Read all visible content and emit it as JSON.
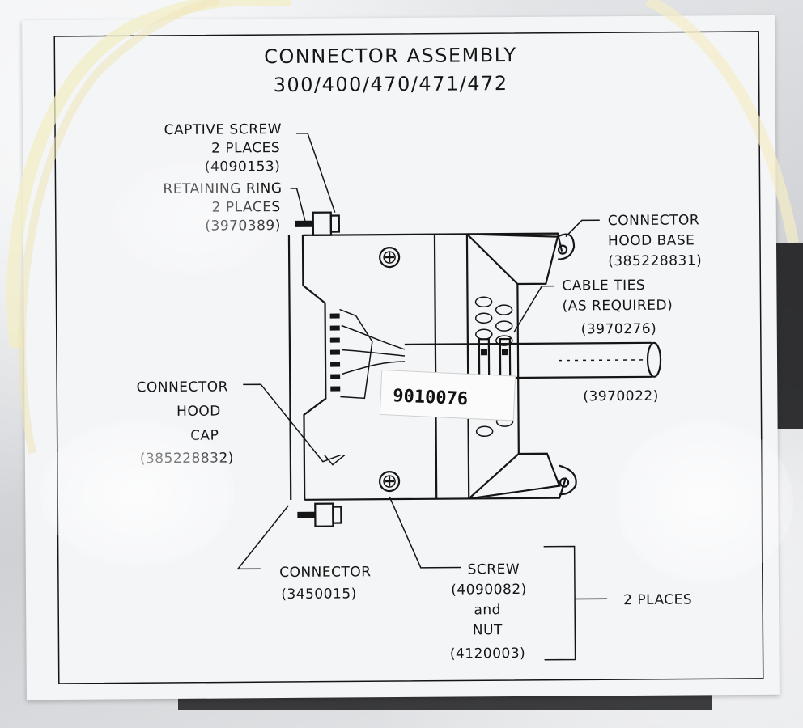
{
  "sheet": {
    "title": "CONNECTOR ASSEMBLY",
    "subtitle": "300/400/470/471/472"
  },
  "callouts": {
    "captive_screw": [
      "CAPTIVE SCREW",
      "2 PLACES",
      "(4090153)"
    ],
    "retaining_ring": [
      "RETAINING RING",
      "2 PLACES",
      "(3970389)"
    ],
    "connector_hood_base": [
      "CONNECTOR",
      "HOOD BASE",
      "(385228831)"
    ],
    "cable_ties": [
      "CABLE TIES",
      "(AS REQUIRED)",
      "(3970276)"
    ],
    "cable": "(3970022)",
    "connector_hood_cap": [
      "CONNECTOR",
      "HOOD",
      "CAP",
      "(385228832)"
    ],
    "connector": [
      "CONNECTOR",
      "(3450015)"
    ],
    "screw_and_nut": [
      "SCREW",
      "(4090082)",
      "and",
      "NUT",
      "(4120003)"
    ],
    "two_places": "2 PLACES"
  },
  "sticker": {
    "part_number": "9010076"
  },
  "colors": {
    "ink": "#151515",
    "paper": "#f4f5f7",
    "tube": "#f3edc6"
  }
}
